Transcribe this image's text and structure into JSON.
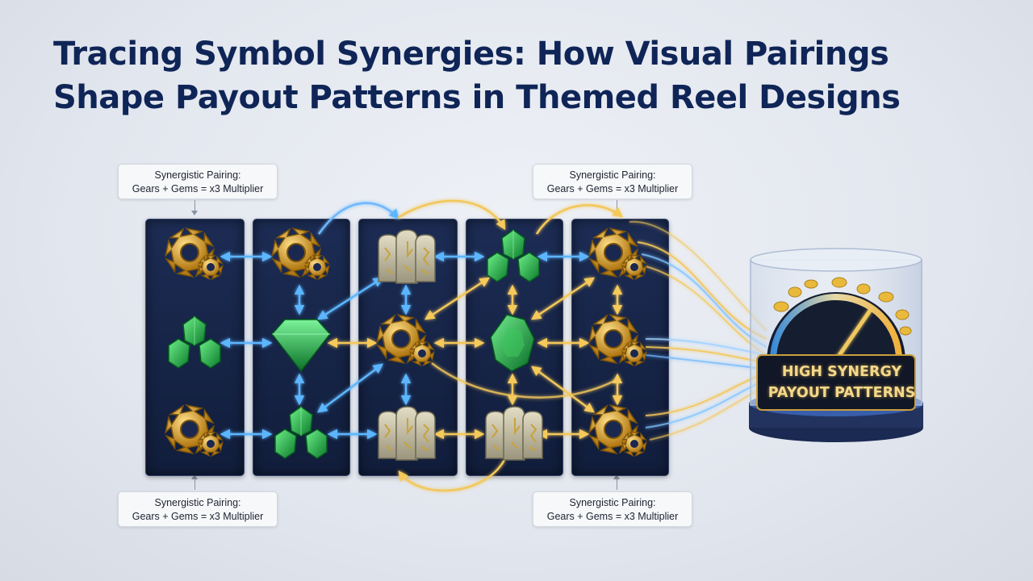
{
  "title": {
    "line1": "Tracing Symbol Synergies: How Visual Pairings",
    "line2": "Shape Payout Patterns in Themed Reel Designs"
  },
  "callouts": [
    {
      "line1": "Synergistic Pairing:",
      "line2": "Gears + Gems = x3 Multiplier"
    },
    {
      "line1": "Synergistic Pairing:",
      "line2": "Gears + Gems = x3 Multiplier"
    },
    {
      "line1": "Synergistic Pairing:",
      "line2": "Gears + Gems = x3 Multiplier"
    },
    {
      "line1": "Synergistic Pairing:",
      "line2": "Gears + Gems = x3 Multiplier"
    }
  ],
  "reels": [
    [
      "gear-icon",
      "gem-cluster-icon",
      "gear-icon"
    ],
    [
      "gear-icon",
      "diamond-gem-icon",
      "gem-cluster-icon"
    ],
    [
      "rune-stones-icon",
      "gear-icon",
      "rune-stones-icon"
    ],
    [
      "gem-cluster-icon",
      "emerald-gem-icon",
      "rune-stones-icon"
    ],
    [
      "gear-icon",
      "gear-icon",
      "gear-icon"
    ]
  ],
  "gauge": {
    "line1": "HIGH SYNERGY",
    "line2": "PAYOUT PATTERNS"
  },
  "colors": {
    "title": "#0f2557",
    "reel": "#16244a",
    "blue_link": "#4aa8ff",
    "gold_link": "#f2c14e",
    "gem": "#1fae3f",
    "gear": "#d4a12a"
  }
}
